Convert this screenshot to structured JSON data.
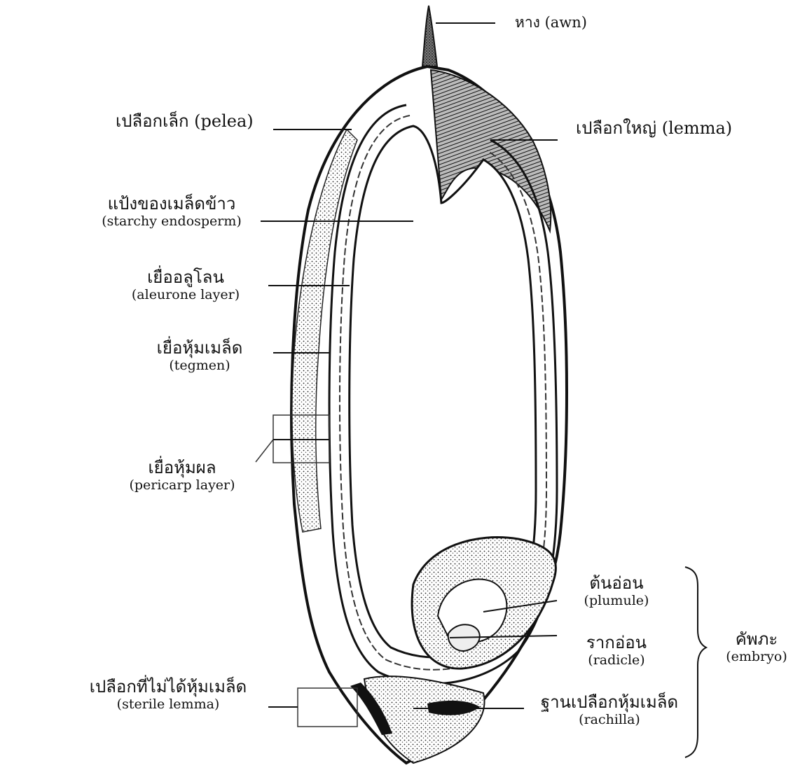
{
  "diagram": {
    "labels": {
      "awn": "หาง (awn)",
      "palea": "เปลือกเล็ก (pelea)",
      "lemma": "เปลือกใหญ่ (lemma)",
      "endosperm_th": "แป้งของเมล็ดข้าว",
      "endosperm_en": "(starchy endosperm)",
      "aleurone_th": "เยื่ออลูโลน",
      "aleurone_en": "(aleurone layer)",
      "tegmen_th": "เยื่อหุ้มเมล็ด",
      "tegmen_en": "(tegmen)",
      "pericarp_th": "เยื่อหุ้มผล",
      "pericarp_en": "(pericarp layer)",
      "plumule_th": "ต้นอ่อน",
      "plumule_en": "(plumule)",
      "radicle_th": "รากอ่อน",
      "radicle_en": "(radicle)",
      "embryo_th": "คัพภะ",
      "embryo_en": "(embryo)",
      "sterile_th": "เปลือกที่ไม่ได้หุ้มเมล็ด",
      "sterile_en": "(sterile lemma)",
      "rachilla_th": "ฐานเปลือกหุ้มเมล็ด",
      "rachilla_en": "(rachilla)"
    }
  }
}
